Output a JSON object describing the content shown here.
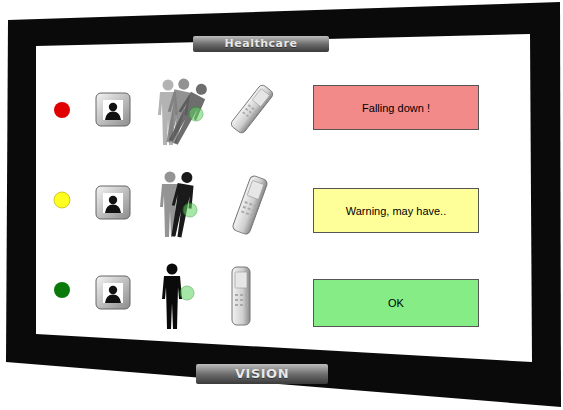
{
  "diagram": {
    "nodes": [
      {
        "text": [
          "Falling down !"
        ]
      },
      {
        "text": [
          "Warning, may have.."
        ]
      },
      {
        "text": [
          "OK"
        ]
      }
    ],
    "labels": [
      "Healthcare",
      "VISION"
    ]
  }
}
